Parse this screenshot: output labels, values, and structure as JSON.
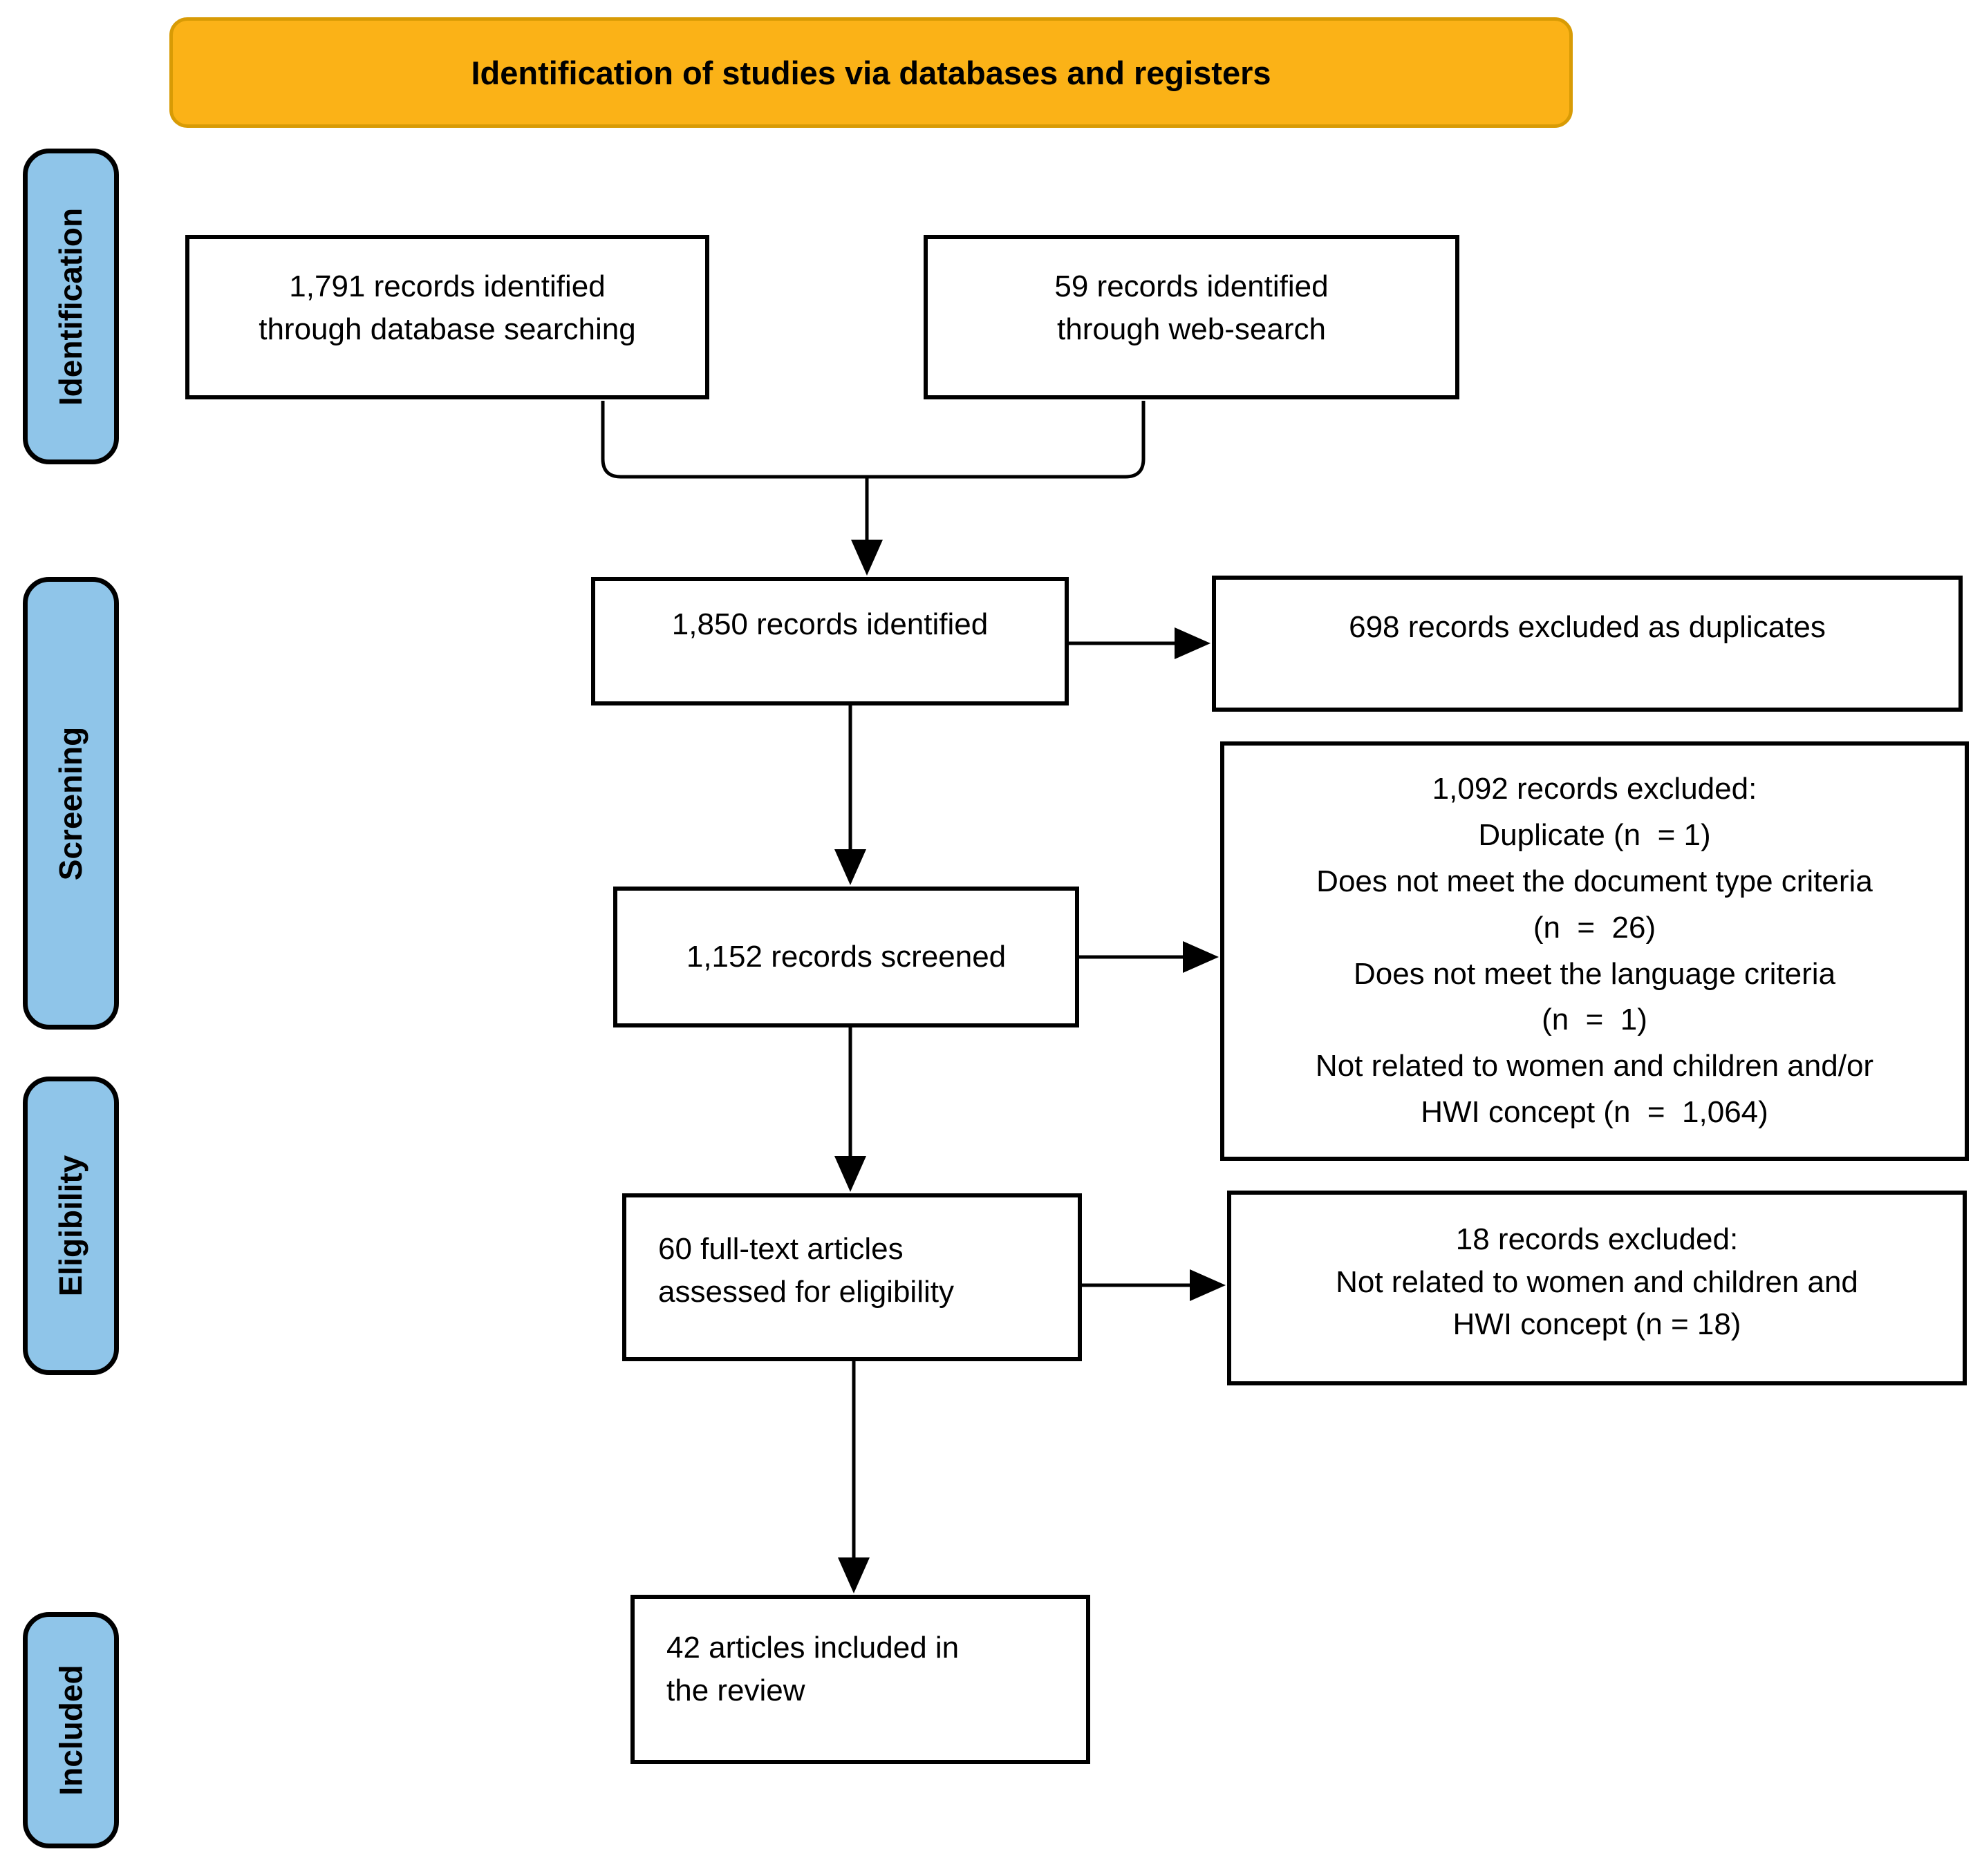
{
  "banner": {
    "title": "Identification of studies via databases and registers",
    "fill": "#FBB217",
    "border": "#D89B05"
  },
  "stages": [
    {
      "label": "Identification"
    },
    {
      "label": "Screening"
    },
    {
      "label": "Eligibility"
    },
    {
      "label": "Included"
    }
  ],
  "boxes": {
    "db_search": {
      "text": "1,791 records identified\nthrough database searching"
    },
    "web_search": {
      "text": "59 records identified\nthrough web-search"
    },
    "identified": {
      "text": "1,850 records identified"
    },
    "dup_excluded": {
      "text": "698 records excluded as duplicates"
    },
    "screened": {
      "text": "1,152 records screened"
    },
    "screen_excluded": {
      "text": "1,092 records excluded:\nDuplicate (n  = 1)\nDoes not meet the document type criteria\n(n  =  26)\nDoes not meet the language criteria\n(n  =  1)\nNot related to women and children and/or\nHWI concept (n  =  1,064)"
    },
    "fulltext": {
      "text": "60 full-text articles\nassessed for eligibility"
    },
    "fulltext_excluded": {
      "text": "18 records excluded:\nNot related to women and children and\nHWI concept (n = 18)"
    },
    "included": {
      "text": "42 articles included in\nthe review"
    }
  },
  "counts": {
    "records_database": "1,791",
    "records_web_search": "59",
    "records_identified": "1,850",
    "duplicates_excluded": "698",
    "records_screened": "1,152",
    "records_excluded_screening": "1,092",
    "excluded_duplicate": "1",
    "excluded_document_type": "26",
    "excluded_language": "1",
    "excluded_not_related": "1,064",
    "fulltext_assessed": "60",
    "fulltext_excluded": "18",
    "fulltext_excluded_not_related": "18",
    "articles_included": "42"
  },
  "colors": {
    "banner-fill": "#FBB217",
    "banner-border": "#D89B05",
    "stage-fill": "#8FC5E9",
    "line": "#000000"
  }
}
